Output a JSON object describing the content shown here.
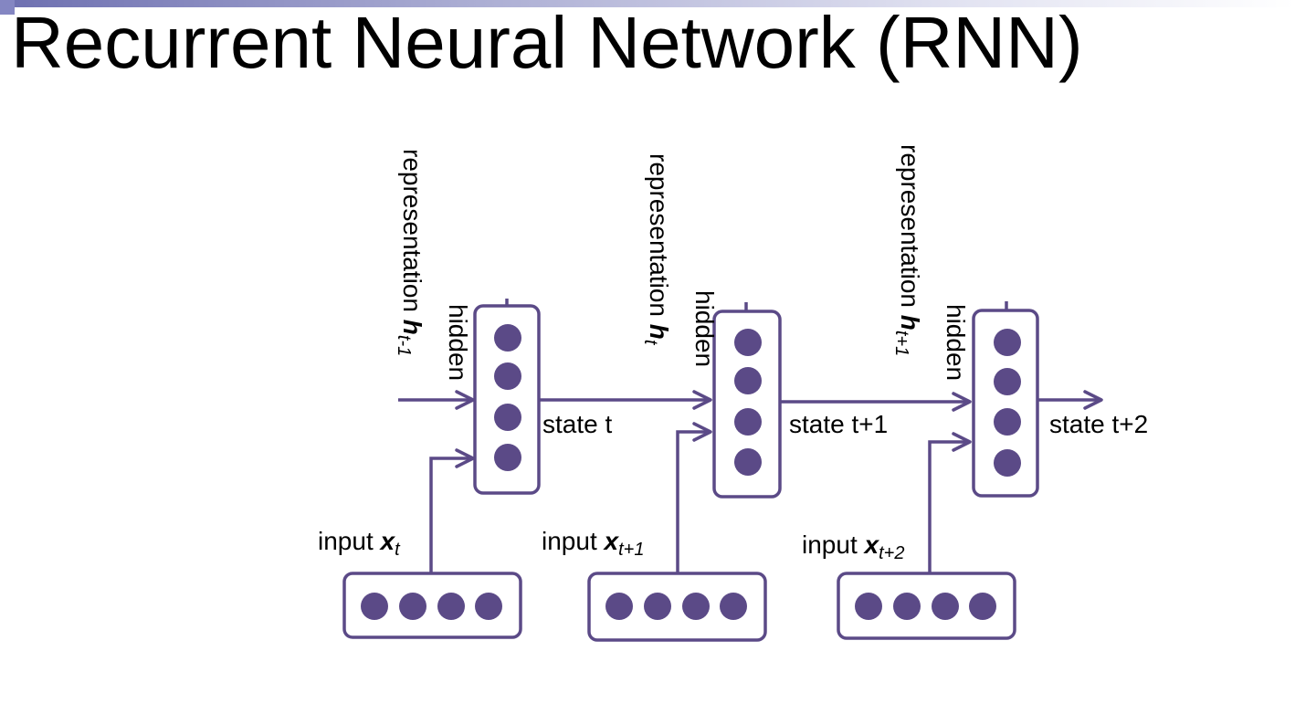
{
  "slide": {
    "title": "Recurrent Neural Network (RNN)"
  },
  "diagram": {
    "timesteps": [
      {
        "hidden_label_line1": "hidden",
        "hidden_label_line2": "representation ",
        "hidden_symbol": "h",
        "hidden_subscript": "t-1",
        "state_label": "state t",
        "input_word": "input ",
        "input_symbol": "x",
        "input_subscript": "t"
      },
      {
        "hidden_label_line1": "hidden",
        "hidden_label_line2": "representation ",
        "hidden_symbol": "h",
        "hidden_subscript": "t",
        "state_label": "state t+1",
        "input_word": "input ",
        "input_symbol": "x",
        "input_subscript": "t+1"
      },
      {
        "hidden_label_line1": "hidden",
        "hidden_label_line2": "representation ",
        "hidden_symbol": "h",
        "hidden_subscript": "t+1",
        "state_label": "state t+2",
        "input_word": "input ",
        "input_symbol": "x",
        "input_subscript": "t+2"
      }
    ],
    "colors": {
      "node": "#5b4a87",
      "title_accent": "#6d6fb0"
    }
  }
}
